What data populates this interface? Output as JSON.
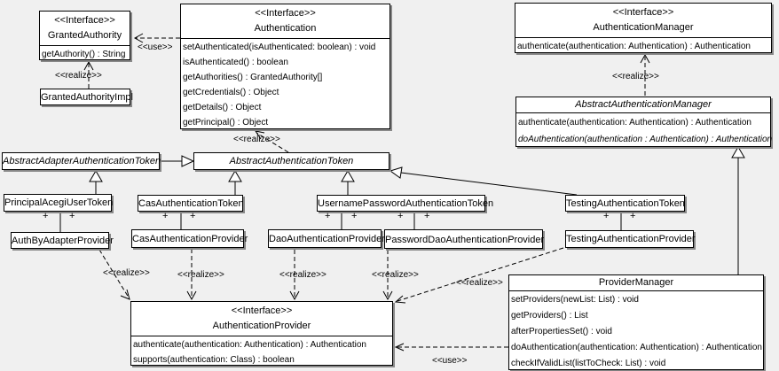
{
  "labels": {
    "use": "<<use>>",
    "realize": "<<realize>>",
    "plus": "+"
  },
  "colors": {
    "background": "#f0f0f0",
    "box_fill": "#ffffff",
    "line": "#000000",
    "shadow": "#888888"
  },
  "classes": {
    "granted_authority": {
      "stereotype": "<<Interface>>",
      "name": "GrantedAuthority",
      "methods": [
        "getAuthority() : String"
      ]
    },
    "granted_authority_impl": {
      "name": "GrantedAuthorityImpl"
    },
    "authentication": {
      "stereotype": "<<Interface>>",
      "name": "Authentication",
      "methods": [
        "setAuthenticated(isAuthenticated: boolean) : void",
        "isAuthenticated() : boolean",
        "getAuthorities() : GrantedAuthority[]",
        "getCredentials() : Object",
        "getDetails() : Object",
        "getPrincipal() : Object"
      ]
    },
    "authentication_manager": {
      "stereotype": "<<Interface>>",
      "name": "AuthenticationManager",
      "methods": [
        "authenticate(authentication: Authentication) : Authentication"
      ]
    },
    "abstract_authentication_manager": {
      "name": "AbstractAuthenticationManager",
      "methods": [
        "authenticate(authentication: Authentication) : Authentication",
        "doAuthentication(authentication : Authentication) : Authentication"
      ]
    },
    "abstract_adapter_authentication_token": {
      "name": "AbstractAdapterAuthenticationToken"
    },
    "abstract_authentication_token": {
      "name": "AbstractAuthenticationToken"
    },
    "principal_acegi_user_token": {
      "name": "PrincipalAcegiUserToken"
    },
    "cas_authentication_token": {
      "name": "CasAuthenticationToken"
    },
    "username_password_authentication_token": {
      "name": "UsernamePasswordAuthenticationToken"
    },
    "testing_authentication_token": {
      "name": "TestingAuthenticationToken"
    },
    "auth_by_adapter_provider": {
      "name": "AuthByAdapterProvider"
    },
    "cas_authentication_provider": {
      "name": "CasAuthenticationProvider"
    },
    "dao_authentication_provider": {
      "name": "DaoAuthenticationProvider"
    },
    "password_dao_authentication_provider": {
      "name": "PasswordDaoAuthenticationProvider"
    },
    "testing_authentication_provider": {
      "name": "TestingAuthenticationProvider"
    },
    "authentication_provider": {
      "stereotype": "<<Interface>>",
      "name": "AuthenticationProvider",
      "methods": [
        "authenticate(authentication: Authentication) : Authentication",
        "supports(authentication: Class) : boolean"
      ]
    },
    "provider_manager": {
      "name": "ProviderManager",
      "methods": [
        "setProviders(newList: List) : void",
        "getProviders() : List",
        "afterPropertiesSet() : void",
        "doAuthentication(authentication: Authentication) : Authentication",
        "checkIfValidList(listToCheck: List) : void"
      ]
    }
  }
}
